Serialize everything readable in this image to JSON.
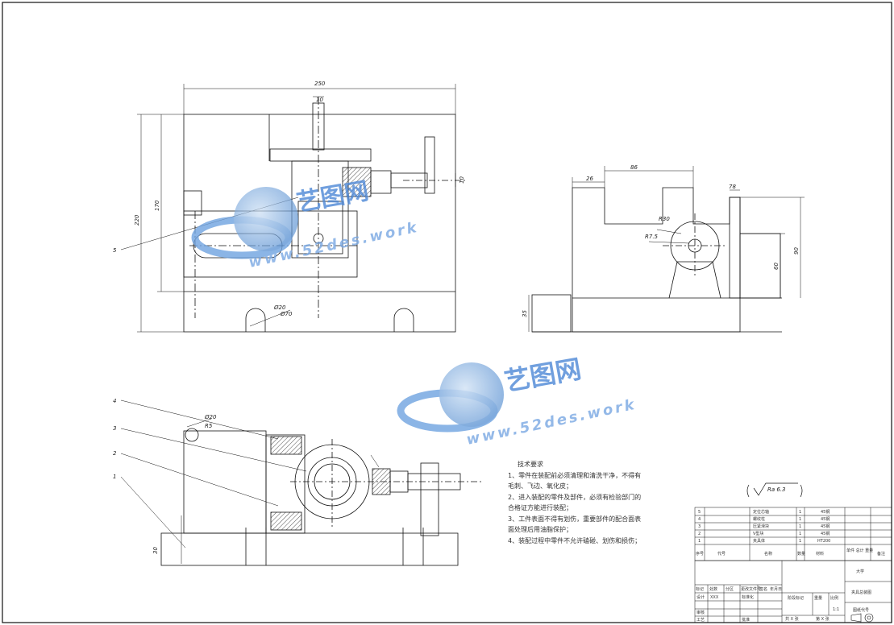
{
  "watermark": {
    "brand": "艺图网",
    "url": "www.52des.work"
  },
  "dimensions": {
    "front": {
      "width": "250",
      "top_gap": "10",
      "height_outer": "220",
      "height_inner": "170",
      "screw": "10",
      "balloon": "5",
      "hole_a": "Ø20",
      "hole_b": "Ø70"
    },
    "side": {
      "width_top": "86",
      "left_offset": "26",
      "right_width": "78",
      "r_large": "R30",
      "r_small": "R7.5",
      "h_outer": "90",
      "h_inner": "60",
      "base": "35"
    },
    "top": {
      "balloons": [
        "4",
        "3",
        "2",
        "1"
      ],
      "hole": "Ø20",
      "radius": "R5",
      "base": "30"
    }
  },
  "tech_requirements": {
    "title": "技术要求",
    "lines": [
      "1、零件在装配前必须清理和清洗干净，不得有",
      "毛刺、飞边、氧化皮；",
      "2、进入装配的零件及部件，必须有检验部门的",
      "合格证方能进行装配；",
      "3、工件表面不得有划伤，重要部件的配合面表",
      "面处理后用油脂保护；",
      "4、装配过程中零件不允许磕碰、划伤和损伤；"
    ]
  },
  "roughness": "Ra 6.3",
  "bom": {
    "rows": [
      {
        "no": "5",
        "name": "定位芯轴",
        "qty": "1",
        "material": "45钢"
      },
      {
        "no": "4",
        "name": "螺纹柱",
        "qty": "1",
        "material": "45钢"
      },
      {
        "no": "3",
        "name": "压紧滑块",
        "qty": "1",
        "material": "45钢"
      },
      {
        "no": "2",
        "name": "V型块",
        "qty": "1",
        "material": "45钢"
      },
      {
        "no": "1",
        "name": "夹具体",
        "qty": "1",
        "material": "HT200"
      }
    ],
    "header": {
      "no": "序号",
      "code": "代号",
      "name": "名称",
      "qty": "数量",
      "material": "材料",
      "weight": "单件 总计\n重量",
      "note": "备注"
    }
  },
  "title_block": {
    "school": "大学",
    "drawing_name": "夹具总装图",
    "drawing_no": "图纸代号",
    "scale": "1:1",
    "design": "设计",
    "design_val": "XXX",
    "review": "审核",
    "process": "工艺",
    "standard": "标准化",
    "approve": "批准",
    "mark": "标记",
    "count": "处数",
    "zone": "分区",
    "change_doc": "更改文件号",
    "sign": "签名",
    "date": "年月日",
    "stage": "阶段标记",
    "weight": "重量",
    "scale_label": "比例",
    "sheets": "共 X 张",
    "sheet": "第 X 张"
  }
}
